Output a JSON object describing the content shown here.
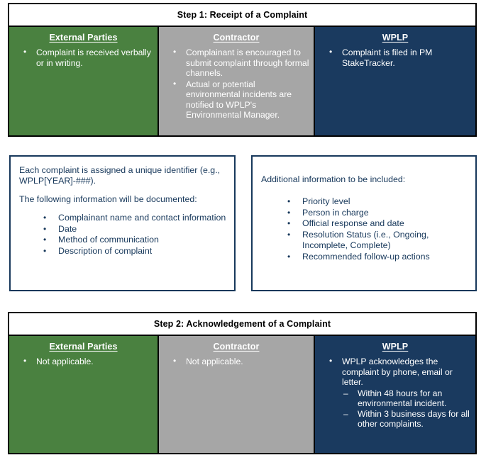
{
  "colors": {
    "external_parties": "#4A8140",
    "contractor": "#A6A6A6",
    "wplp": "#1A3A5F",
    "box_border": "#17385B",
    "box_text": "#17385B",
    "table_border": "#000000",
    "column_text": "#FFFFFF"
  },
  "step1": {
    "title": "Step 1: Receipt of a Complaint",
    "columns": [
      {
        "heading": "External Parties",
        "bullets": [
          {
            "text": "Complaint is received verbally or in writing."
          }
        ]
      },
      {
        "heading": "Contractor",
        "bullets": [
          {
            "text": "Complainant is encouraged to submit complaint through formal channels."
          },
          {
            "text": "Actual or potential environmental incidents are notified to WPLP's Environmental Manager."
          }
        ]
      },
      {
        "heading": "WPLP",
        "bullets": [
          {
            "text": "Complaint is filed in PM StakeTracker."
          }
        ]
      }
    ]
  },
  "info_left": {
    "paragraph_1": "Each complaint is assigned a unique identifier (e.g., WPLP[YEAR]-###).",
    "paragraph_2": "The following information will be documented:",
    "bullets": [
      "Complainant name and contact information",
      "Date",
      "Method of communication",
      "Description of complaint"
    ]
  },
  "info_right": {
    "paragraph_1": "Additional information to be included:",
    "bullets": [
      "Priority level",
      "Person in charge",
      "Official response and date",
      "Resolution Status (i.e., Ongoing, Incomplete, Complete)",
      "Recommended follow-up actions"
    ]
  },
  "step2": {
    "title": "Step 2: Acknowledgement of a Complaint",
    "columns": [
      {
        "heading": "External Parties",
        "bullets": [
          {
            "text": "Not applicable."
          }
        ]
      },
      {
        "heading": "Contractor",
        "bullets": [
          {
            "text": "Not applicable."
          }
        ]
      },
      {
        "heading": "WPLP",
        "bullets": [
          {
            "text": "WPLP acknowledges the complaint by phone, email or letter.",
            "sub": [
              "Within 48 hours for an environmental incident.",
              "Within 3 business days for all other complaints."
            ]
          }
        ]
      }
    ]
  }
}
